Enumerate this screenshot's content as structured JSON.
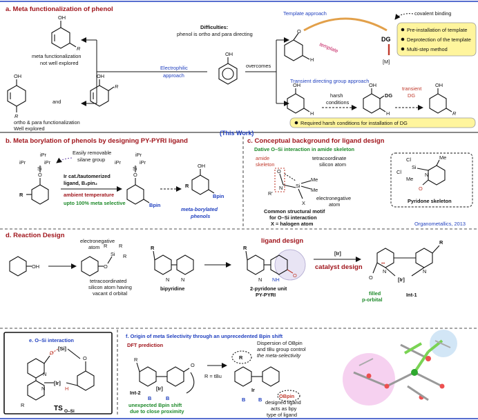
{
  "a": {
    "title": "a. Meta functionalization of phenol",
    "difficulties_title": "Difficulties:",
    "difficulties_text": "phenol is ortho and para directing",
    "overcomes": "overcomes",
    "electrophilic": [
      "Electrophilic",
      "approach"
    ],
    "meta_note": [
      "meta functionalization",
      "not well explored"
    ],
    "and": "and",
    "op_note": [
      "ortho & para functionalization",
      "Well explored"
    ],
    "template_title": "Template approach",
    "covalent": "covalent binding",
    "template_word": "template",
    "dg": "DG",
    "metal": "[M]",
    "bullets": [
      "Pre-installation of template",
      "Deprotection of the template",
      "Multi-step method"
    ],
    "transient_title": "Transient directing group approach",
    "harsh": [
      "harsh",
      "conditions"
    ],
    "transient_dg": [
      "transient",
      "DG"
    ],
    "harsh_bullet": "Required harsh conditions for installation of DG"
  },
  "this_work": "(This Work)",
  "b": {
    "title": "b. Meta borylation of phenols by designing PY-PYRI ligand",
    "silane_note": [
      "Easily removable",
      "silane group"
    ],
    "conditions": [
      "Ir cat./tautomerized",
      "ligand, B₂pin₂"
    ],
    "ambient": "ambient temperature",
    "meta_sel": "upto 100% meta selective",
    "product": [
      "meta-borylated",
      "phenols"
    ],
    "bpin": "Bpin",
    "ipr": "iPr"
  },
  "c": {
    "title": "c. Conceptual background for ligand design",
    "subtitle": "Dative O–Si interaction in amide skeleton",
    "amide": [
      "amide",
      "skeleton"
    ],
    "tetra": [
      "tetracoordinate",
      "silicon atom"
    ],
    "electroneg": [
      "electronegative",
      "atom"
    ],
    "motif": [
      "Common structural motif",
      "for O–Si interaction",
      "X = halogen atom"
    ],
    "pyridone": "Pyridone skeleton",
    "ref": "Organometallics, 2013"
  },
  "d": {
    "title": "d. Reaction Design",
    "electroneg": [
      "electronegative",
      "atom"
    ],
    "tetra": [
      "tetracoordinated",
      "silicon atom having",
      "vacant d orbital"
    ],
    "bipyridine": "bipyridine",
    "ligand_design": "ligand design",
    "pyridone": [
      "2-pyridone unit",
      "PY-PYRI"
    ],
    "ir": "[Ir]",
    "catalyst_design": "catalyst design",
    "filled": [
      "filled",
      "p-orbital"
    ],
    "int1": "Int-1"
  },
  "e": {
    "title": "e. O–Si interaction",
    "ts": "TS",
    "ts_sub": "O–Si"
  },
  "f": {
    "title": "f. Origin of meta Selectivity through an unprecedented Bpin shift",
    "dft": "DFT prediction",
    "r_tbu": "R = tBu",
    "int2": "Int-2",
    "shift_note": [
      "unexpected Bpin shift",
      "due to close proximity"
    ],
    "dispersion": [
      "Dispersion of OBpin",
      "and tBu group control",
      "the meta-selectivity"
    ],
    "designed": [
      "designed ligand",
      "acts as bpy",
      "type of ligand"
    ],
    "obpin": "OBpin"
  },
  "colors": {
    "header": "#a0151c",
    "blue": "#1f3fbf",
    "green": "#1e8a2a",
    "highlight": "#fff59d"
  }
}
